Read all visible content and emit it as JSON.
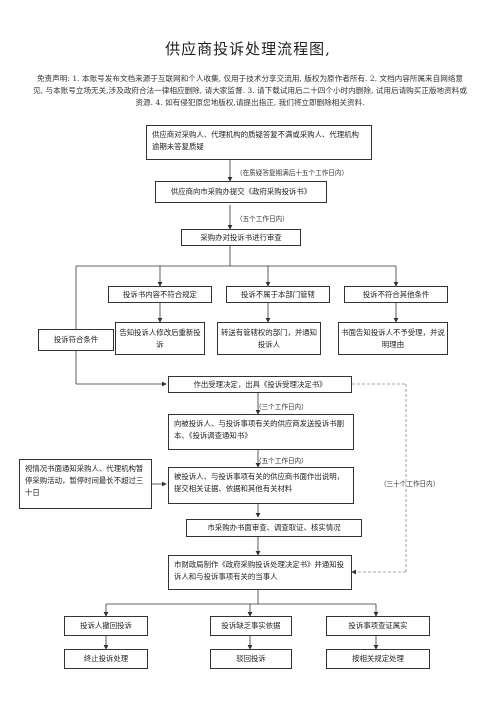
{
  "title": "供应商投诉处理流程图,",
  "disclaimer": "免责声明: 1. 本账号发布文档来源于互联网和个人收集, 仅用于技术分享交流用, 版权为原作者所有. 2. 文档内容所属来自网络意见, 与本账号立场无关,涉及政府合法一律相应删除, 请大家监督. 3. 请下载试用后二十四个小时内删除, 试用后请购买正版地资料或资源. 4. 如有侵犯原您地版权,请提出指正, 我们将立即删除相关资料.",
  "boxes": {
    "start": "供应商对采购人、代理机构的质疑答复不满或采购人、代理机构逾期未答复质疑",
    "submit": "供应商向市采购办提交《政府采购投诉书》",
    "review": "采购办对投诉书进行审查",
    "not_compliant": "投诉书内容不符合规定",
    "not_jurisdiction": "投诉不属于本部门管辖",
    "other_conditions": "投诉不符合其他条件",
    "notify_modify": "告知投诉人修改后重新投诉",
    "transfer": "转送有管辖权的部门，并通知投诉人",
    "written_notice": "书面告知投诉人不予受理，并说明理由",
    "compliant": "投诉符合条件",
    "accept": "作出受理决定，出具《投诉受理决定书》",
    "send_copy": "向被投诉人、与投诉事项有关的供应商发送投诉书副本、《投诉调查通知书》",
    "suspend": "视情况书面通知采购人、代理机构暂停采购活动，暂停时间最长不超过三十日",
    "respond": "被投诉人、与投诉事项有关的供应商书面作出说明，提交相关证据、依据和其他有关材料",
    "investigate": "市采购办书面审查、调查取证、核实情况",
    "decision": "市财政局制作《政府采购投诉处理决定书》并通知投诉人和与投诉事项有关的当事人",
    "withdraw": "投诉人撤回投诉",
    "lack_basis": "投诉缺乏事实依据",
    "true_facts": "投诉事项查证属实",
    "terminate": "终止投诉处理",
    "reject": "驳回投诉",
    "handle": "按相关规定处理"
  },
  "notes": {
    "n1": "（在质疑答复期满后十五个工作日内）",
    "n2": "（五个工作日内）",
    "n3": "（三个工作日内）",
    "n4": "（五个工作日内）",
    "n5": "（三十个工作日内）"
  },
  "colors": {
    "line": "#333333",
    "dashed": "#888888"
  }
}
